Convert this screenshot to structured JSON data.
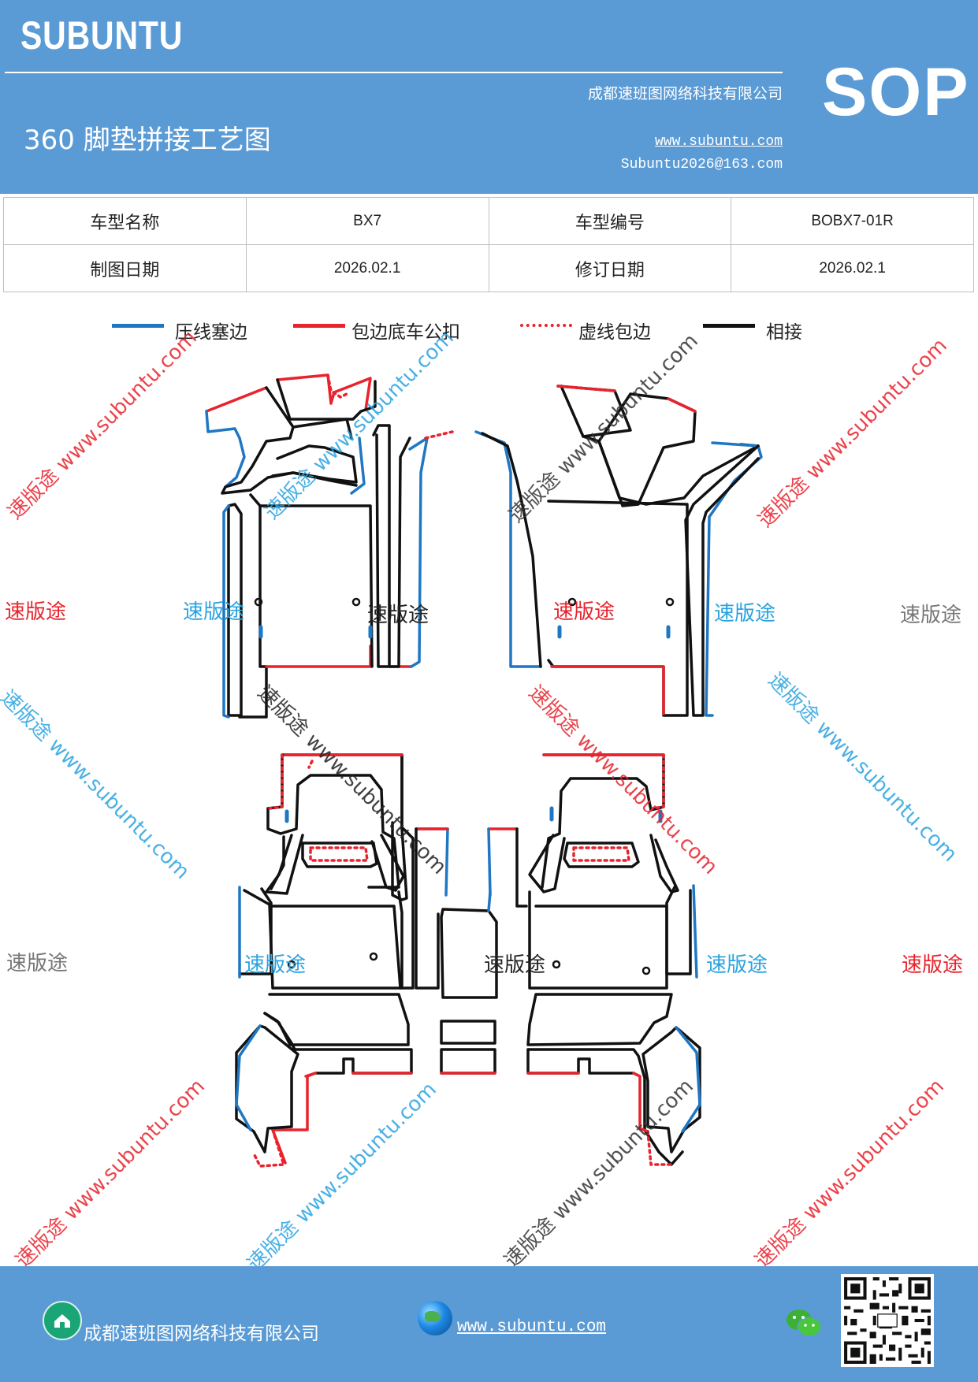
{
  "header": {
    "brand": "SUBUNTU",
    "company": "成都速班图网络科技有限公司",
    "title": "360 脚垫拼接工艺图",
    "url": "www.subuntu.com",
    "email": "Subuntu2026@163.com",
    "sop": "SOP"
  },
  "info": {
    "rows": [
      [
        "车型名称",
        "BX7",
        "车型编号",
        "BOBX7-01R"
      ],
      [
        "制图日期",
        "2026.02.1",
        "修订日期",
        "2026.02.1"
      ]
    ]
  },
  "legend": [
    {
      "label": "压线塞边",
      "color": "#1f77c4",
      "style": "solid"
    },
    {
      "label": "包边底车公扣",
      "color": "#e8232d",
      "style": "solid"
    },
    {
      "label": "虚线包边",
      "color": "#e8232d",
      "style": "dotted"
    },
    {
      "label": "相接",
      "color": "#111111",
      "style": "solid"
    }
  ],
  "watermark": {
    "brand": "速版途",
    "url": "www.subuntu.com",
    "colors": {
      "red": "#e8232d",
      "blue": "#29a3e0",
      "gray": "#777777",
      "black": "#222222"
    }
  },
  "footer": {
    "company": "成都速班图网络科技有限公司",
    "url": "www.subuntu.com"
  },
  "icons": [
    "home-icon",
    "globe-icon",
    "wechat-icon",
    "qr-code"
  ]
}
